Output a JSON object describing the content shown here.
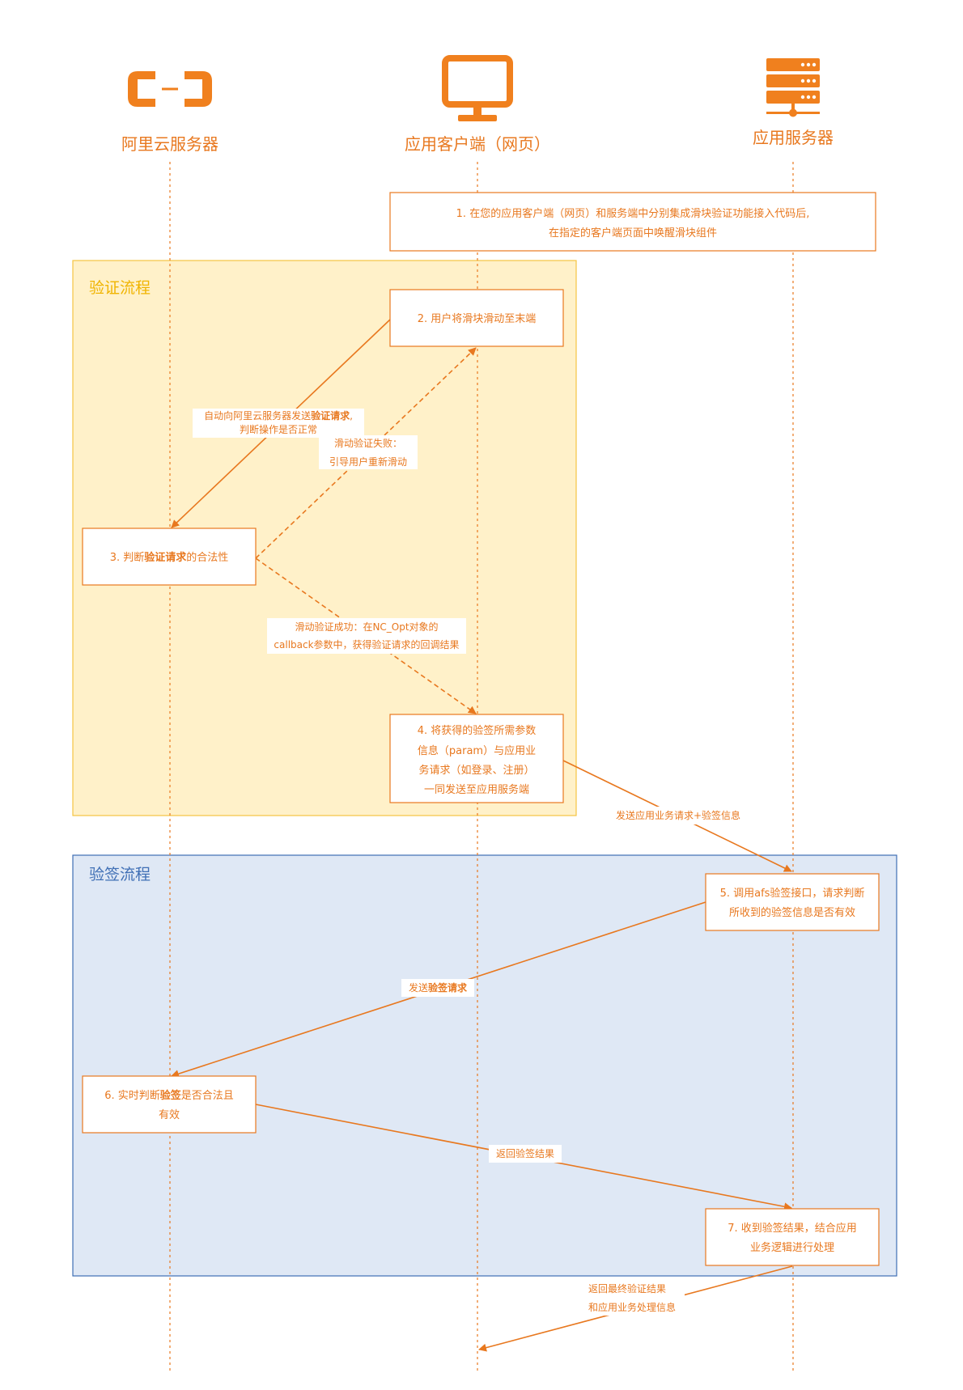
{
  "actors": {
    "aliyun": {
      "label": "阿里云服务器",
      "icon": "aliyun-logo-icon"
    },
    "client": {
      "label": "应用客户端（网页）",
      "icon": "monitor-icon"
    },
    "server": {
      "label": "应用服务器",
      "icon": "server-rack-icon"
    }
  },
  "regions": {
    "verify": {
      "title": "验证流程",
      "color": "#f5c542",
      "fill": "#fff1c9"
    },
    "signature": {
      "title": "验签流程",
      "color": "#3f6fb5",
      "fill": "#dfe8f5"
    }
  },
  "steps": {
    "s1": {
      "line1": "1. 在您的应用客户端（网页）和服务端中分别集成滑块验证功能接入代码后,",
      "line2": "在指定的客户端页面中唤醒滑块组件"
    },
    "s2": {
      "line1": "2. 用户将滑块滑动至末端"
    },
    "s3": {
      "pre": "3. 判断",
      "bold": "验证请求",
      "post": "的合法性"
    },
    "s4": {
      "line1": "4. 将获得的验签所需参数",
      "line2": "信息（param）与应用业",
      "line3": "务请求（如登录、注册）",
      "line4": "一同发送至应用服务端"
    },
    "s5": {
      "line1": "5. 调用afs验签接口，请求判断",
      "line2": "所收到的验签信息是否有效"
    },
    "s6": {
      "pre": "6. 实时判断",
      "bold": "验签",
      "post": "是否合法且",
      "line2": "有效"
    },
    "s7": {
      "line1": "7. 收到验签结果，结合应用",
      "line2": "业务逻辑进行处理"
    }
  },
  "labels": {
    "auto_send": {
      "pre": "自动向阿里云服务器发送",
      "bold": "验证请求",
      "post": ",",
      "line2": "判断操作是否正常"
    },
    "slide_fail": {
      "line1": "滑动验证失败：",
      "line2": "引导用户重新滑动"
    },
    "slide_success": {
      "line1": "滑动验证成功：在NC_Opt对象的",
      "line2": "callback参数中，获得验证请求的回调结果"
    },
    "send_biz": "发送应用业务请求+验签信息",
    "send_sig": {
      "pre": "发送",
      "bold": "验签请求"
    },
    "return_sig": "返回验签结果",
    "return_final": {
      "line1": "返回最终验证结果",
      "line2": "和应用业务处理信息"
    }
  },
  "colors": {
    "accent": "#e8781f"
  }
}
